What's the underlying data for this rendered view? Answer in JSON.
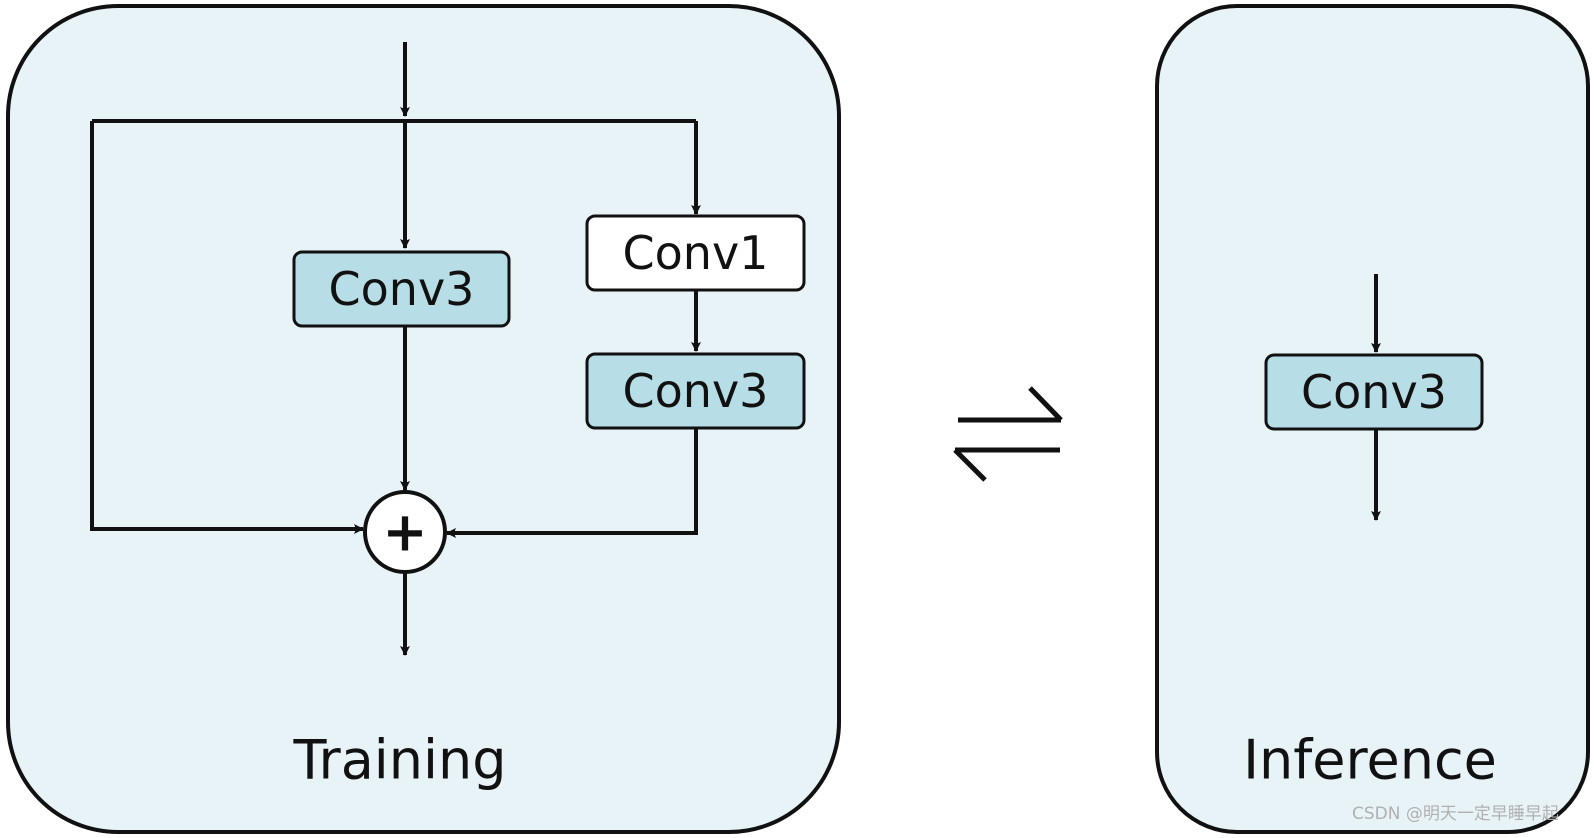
{
  "training": {
    "title": "Training",
    "conv3_left": "Conv3",
    "conv1": "Conv1",
    "conv3_right": "Conv3",
    "sum_symbol": "+"
  },
  "inference": {
    "title": "Inference",
    "conv3": "Conv3"
  },
  "watermark": "CSDN @明天一定早睡早起",
  "colors": {
    "panel_fill": "#e8f3f8",
    "box_blue": "#b7dde6",
    "box_white": "#ffffff",
    "stroke": "#111111"
  },
  "icons": {
    "conversion": "equilibrium-arrows-icon",
    "sum": "plus-circle-icon"
  }
}
